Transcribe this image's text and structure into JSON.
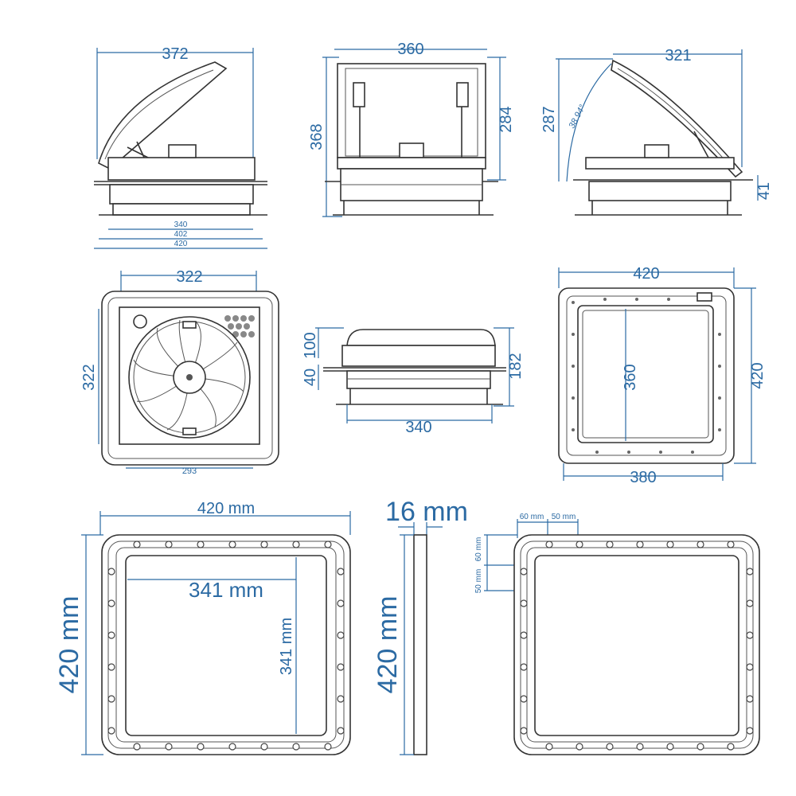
{
  "views": {
    "side_open": {
      "width": "372",
      "dims": [
        "340",
        "402",
        "420"
      ]
    },
    "front_open": {
      "width": "360",
      "height": "368",
      "inner_height": "284"
    },
    "side_angle": {
      "width": "321",
      "height": "287",
      "angle": "38.94°",
      "flange": "41"
    },
    "top_fan": {
      "width": "322",
      "height": "322",
      "bottom": "293"
    },
    "closed_side": {
      "h1": "100",
      "h2": "40",
      "height": "182",
      "width": "340"
    },
    "bottom_view": {
      "width": "420",
      "inner": "360",
      "height": "420",
      "bottom": "380"
    },
    "frame_left": {
      "width": "420 mm",
      "opening_w": "341 mm",
      "opening_h": "341 mm",
      "height": "420 mm"
    },
    "frame_thickness": {
      "thickness": "16 mm",
      "height": "420 mm"
    },
    "frame_right": {
      "spacing_x1": "60 mm",
      "spacing_x2": "50 mm",
      "spacing_y1": "60 mm",
      "spacing_y2": "50 mm"
    }
  },
  "colors": {
    "dimension": "#2b6aa3",
    "outline": "#333333"
  }
}
